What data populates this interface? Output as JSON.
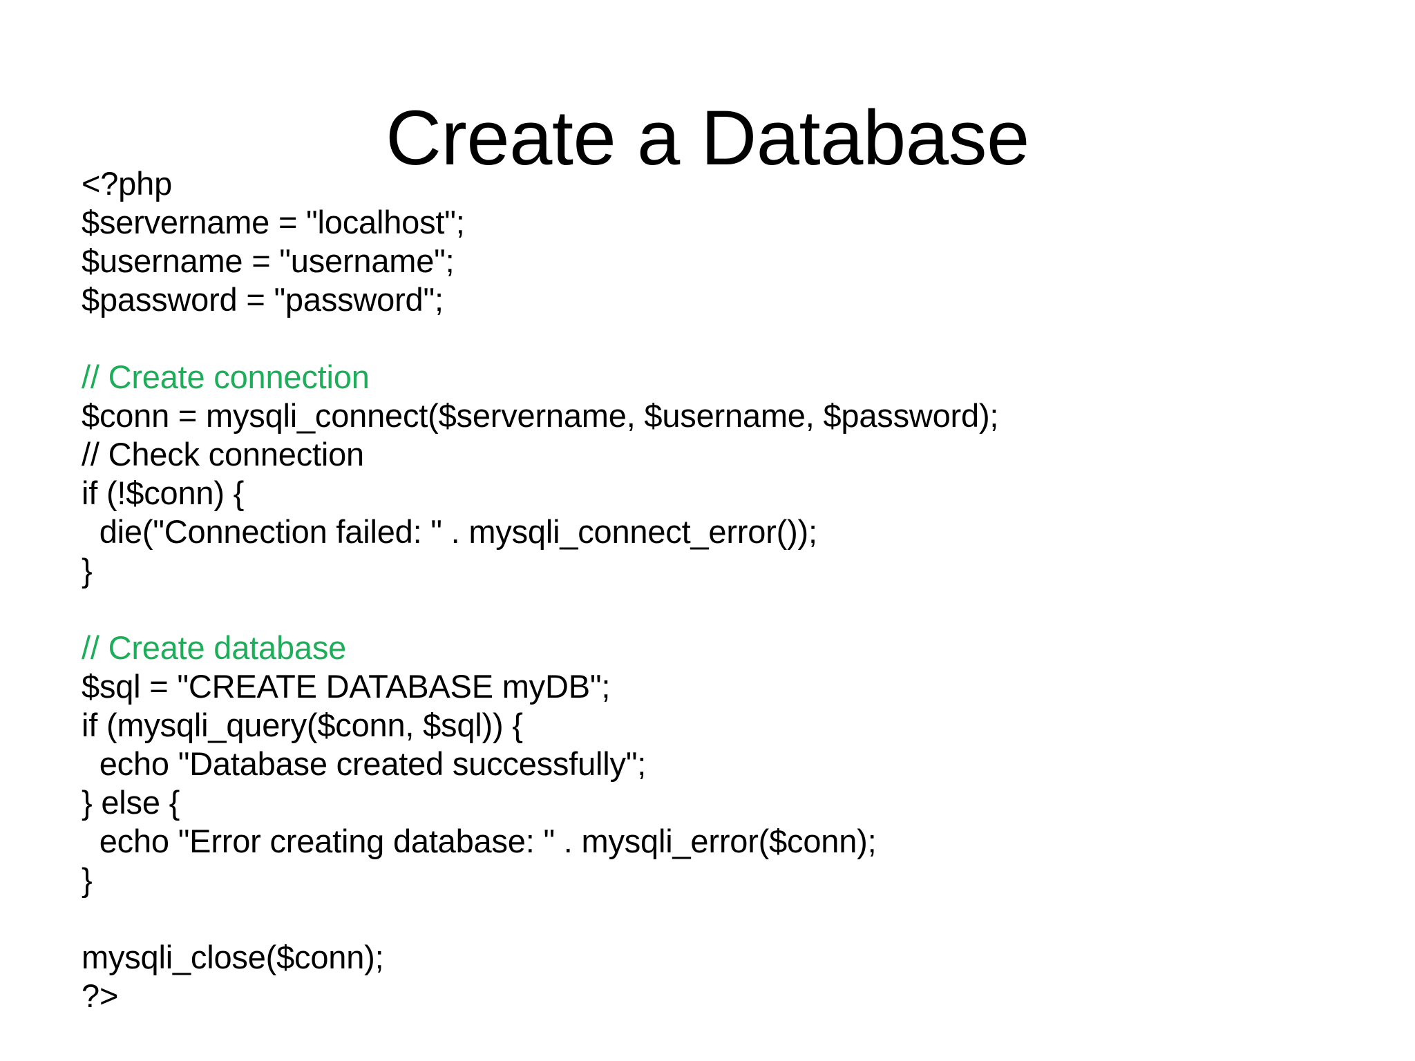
{
  "slide": {
    "title": "Create a Database",
    "background_color": "#FFFFFF",
    "text_color": "#000000",
    "comment_color": "#1CAE58",
    "language": "php"
  },
  "code": {
    "lines": [
      {
        "text": "<?php",
        "kind": "code"
      },
      {
        "text": "$servername = \"localhost\";",
        "kind": "code"
      },
      {
        "text": "$username = \"username\";",
        "kind": "code"
      },
      {
        "text": "$password = \"password\";",
        "kind": "code"
      },
      {
        "text": " ",
        "kind": "blank"
      },
      {
        "text": "// Create connection",
        "kind": "comment"
      },
      {
        "text": "$conn = mysqli_connect($servername, $username, $password);",
        "kind": "code"
      },
      {
        "text": "// Check connection",
        "kind": "code"
      },
      {
        "text": "if (!$conn) {",
        "kind": "code"
      },
      {
        "text": "  die(\"Connection failed: \" . mysqli_connect_error());",
        "kind": "code"
      },
      {
        "text": "}",
        "kind": "code"
      },
      {
        "text": " ",
        "kind": "blank"
      },
      {
        "text": "// Create database",
        "kind": "comment"
      },
      {
        "text": "$sql = \"CREATE DATABASE myDB\";",
        "kind": "code"
      },
      {
        "text": "if (mysqli_query($conn, $sql)) {",
        "kind": "code"
      },
      {
        "text": "  echo \"Database created successfully\";",
        "kind": "code"
      },
      {
        "text": "} else {",
        "kind": "code"
      },
      {
        "text": "  echo \"Error creating database: \" . mysqli_error($conn);",
        "kind": "code"
      },
      {
        "text": "}",
        "kind": "code"
      },
      {
        "text": " ",
        "kind": "blank"
      },
      {
        "text": "mysqli_close($conn);",
        "kind": "code"
      },
      {
        "text": "?>",
        "kind": "code"
      }
    ]
  }
}
